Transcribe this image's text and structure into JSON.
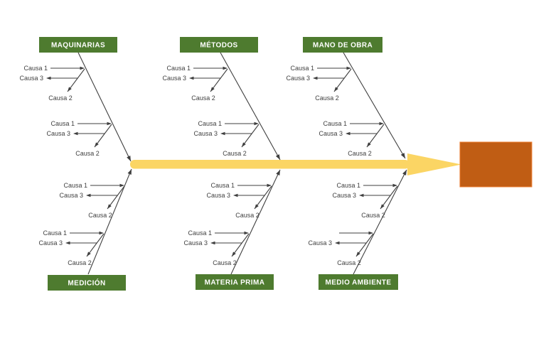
{
  "diagram": {
    "type": "fishbone",
    "colors": {
      "category_fill": "#4E7B2F",
      "spine_fill": "#FBD564",
      "effect_fill": "#C05D14",
      "effect_stroke": "#ED7D31",
      "line_color": "#3F3F3F",
      "background": "#FFFFFF"
    },
    "effect_box": {
      "label": ""
    },
    "branches": [
      {
        "id": "maquinarias",
        "name": "MAQUINARIAS",
        "row": "top",
        "clusters": [
          {
            "causa1": "Causa 1",
            "causa2": "Causa 2",
            "causa3": "Causa 3"
          },
          {
            "causa1": "Causa 1",
            "causa2": "Causa 2",
            "causa3": "Causa 3"
          }
        ]
      },
      {
        "id": "metodos",
        "name": "MÉTODOS",
        "row": "top",
        "clusters": [
          {
            "causa1": "Causa 1",
            "causa2": "Causa 2",
            "causa3": "Causa 3"
          },
          {
            "causa1": "Causa 1",
            "causa2": "Causa 2",
            "causa3": "Causa 3"
          }
        ]
      },
      {
        "id": "mano-de-obra",
        "name": "MANO DE OBRA",
        "row": "top",
        "clusters": [
          {
            "causa1": "Causa 1",
            "causa2": "Causa 2",
            "causa3": "Causa 3"
          },
          {
            "causa1": "Causa 1",
            "causa2": "Causa 2",
            "causa3": "Causa 3"
          }
        ]
      },
      {
        "id": "medicion",
        "name": "MEDICIÓN",
        "row": "bottom",
        "clusters": [
          {
            "causa1": "Causa 1",
            "causa2": "Causa 2",
            "causa3": "Causa 3"
          },
          {
            "causa1": "Causa 1",
            "causa2": "Causa 2",
            "causa3": "Causa 3"
          }
        ]
      },
      {
        "id": "materia-prima",
        "name": "MATERIA PRIMA",
        "row": "bottom",
        "clusters": [
          {
            "causa1": "Causa 1",
            "causa2": "Causa 2",
            "causa3": "Causa 3"
          },
          {
            "causa1": "Causa 1",
            "causa2": "Causa 2",
            "causa3": "Causa 3"
          }
        ]
      },
      {
        "id": "medio-ambiente",
        "name": "MEDIO AMBIENTE",
        "row": "bottom",
        "clusters": [
          {
            "causa1": "Causa 1",
            "causa2": "Causa 2",
            "causa3": "Causa 3"
          },
          {
            "causa1": "",
            "causa2": "Causa 2",
            "causa3": "Causa 3"
          }
        ]
      }
    ]
  }
}
